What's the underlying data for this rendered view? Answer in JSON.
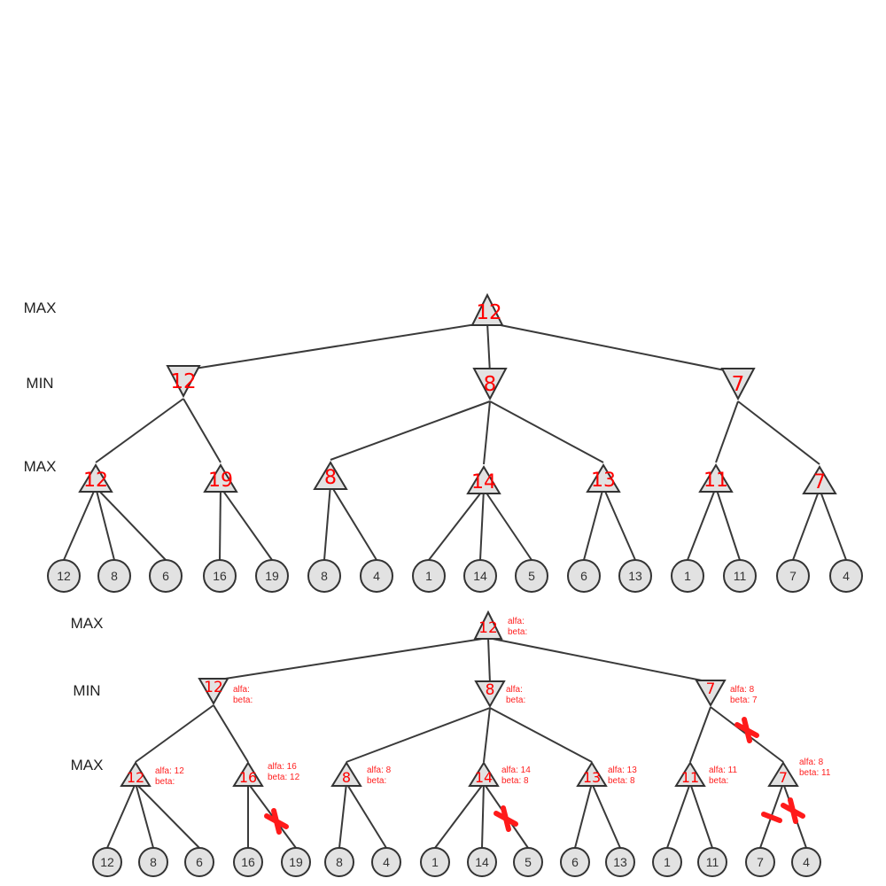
{
  "colors": {
    "line": "#3a3a3a",
    "node_fill": "#e2e2e2",
    "annotation": "#ff0000"
  },
  "tree1": {
    "levels": [
      "MAX",
      "MIN",
      "MAX"
    ],
    "root": "12",
    "min_nodes": [
      "12",
      "8",
      "7"
    ],
    "max_nodes": [
      "12",
      "19",
      "8",
      "14",
      "13",
      "11",
      "7"
    ],
    "leaves": [
      "12",
      "8",
      "6",
      "16",
      "19",
      "8",
      "4",
      "1",
      "14",
      "5",
      "6",
      "13",
      "1",
      "11",
      "7",
      "4"
    ]
  },
  "tree2": {
    "levels": [
      "MAX",
      "MIN",
      "MAX"
    ],
    "root": {
      "value": "12",
      "alfa": "alfa:",
      "beta": "beta:"
    },
    "min_nodes": [
      {
        "value": "12",
        "alfa": "alfa:",
        "beta": "beta:"
      },
      {
        "value": "8",
        "alfa": "alfa:",
        "beta": "beta:"
      },
      {
        "value": "7",
        "alfa": "alfa: 8",
        "beta": "beta: 7"
      }
    ],
    "max_nodes": [
      {
        "value": "12",
        "alfa": "alfa: 12",
        "beta": "beta:"
      },
      {
        "value": "16",
        "alfa": "alfa: 16",
        "beta": "beta: 12"
      },
      {
        "value": "8",
        "alfa": "alfa: 8",
        "beta": "beta:"
      },
      {
        "value": "14",
        "alfa": "alfa: 14",
        "beta": "beta: 8"
      },
      {
        "value": "13",
        "alfa": "alfa: 13",
        "beta": "beta: 8"
      },
      {
        "value": "11",
        "alfa": "alfa: 11",
        "beta": "beta:"
      },
      {
        "value": "7",
        "alfa": "alfa: 8",
        "beta": "beta: 11"
      }
    ],
    "leaves": [
      "12",
      "8",
      "6",
      "16",
      "19",
      "8",
      "4",
      "1",
      "14",
      "5",
      "6",
      "13",
      "1",
      "11",
      "7",
      "4"
    ]
  }
}
